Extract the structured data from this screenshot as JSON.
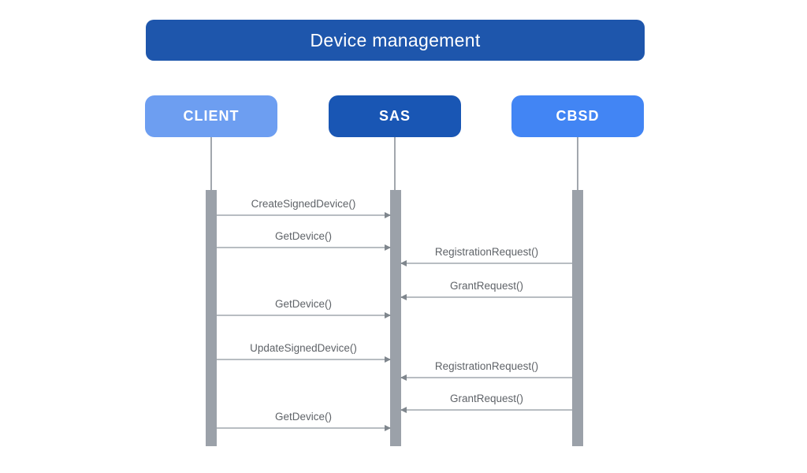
{
  "diagram": {
    "title": "Device management",
    "title_bg": "#1e56ac",
    "actors": [
      {
        "name": "CLIENT",
        "color": "#6d9ef1"
      },
      {
        "name": "SAS",
        "color": "#1956b4"
      },
      {
        "name": "CBSD",
        "color": "#4285f4"
      }
    ],
    "messages": [
      {
        "label": "CreateSignedDevice()",
        "from": "CLIENT",
        "to": "SAS"
      },
      {
        "label": "GetDevice()",
        "from": "CLIENT",
        "to": "SAS"
      },
      {
        "label": "RegistrationRequest()",
        "from": "CBSD",
        "to": "SAS"
      },
      {
        "label": "GrantRequest()",
        "from": "CBSD",
        "to": "SAS"
      },
      {
        "label": "GetDevice()",
        "from": "CLIENT",
        "to": "SAS"
      },
      {
        "label": "UpdateSignedDevice()",
        "from": "CLIENT",
        "to": "SAS"
      },
      {
        "label": "RegistrationRequest()",
        "from": "CBSD",
        "to": "SAS"
      },
      {
        "label": "GrantRequest()",
        "from": "CBSD",
        "to": "SAS"
      },
      {
        "label": "GetDevice()",
        "from": "CLIENT",
        "to": "SAS"
      }
    ],
    "colors": {
      "lifeline": "#a2a7ad",
      "activation_bar": "#9ba1a9",
      "arrow_line": "#b8bdc2",
      "arrow_head": "#7f868d",
      "message_text": "#5f6368",
      "background": "#ffffff"
    }
  }
}
